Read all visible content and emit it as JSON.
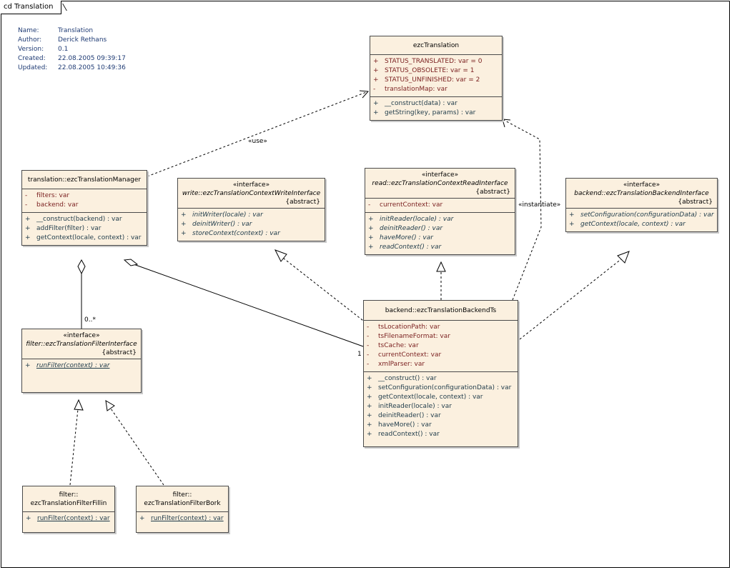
{
  "diagram": {
    "frame_label": "cd Translation",
    "meta": [
      {
        "k": "Name:",
        "v": "Translation"
      },
      {
        "k": "Author:",
        "v": "Derick Rethans"
      },
      {
        "k": "Version:",
        "v": "0.1"
      },
      {
        "k": "Created:",
        "v": "22.08.2005 09:39:17"
      },
      {
        "k": "Updated:",
        "v": "22.08.2005 10:49:36"
      }
    ],
    "labels": {
      "use": "«use»",
      "instantiate": "«instantiate»",
      "mult_many": "0..*",
      "mult_one": "1"
    },
    "colors": {
      "fill": "#fbf0df",
      "attr": "#7a1f1f",
      "op": "#1f3b4a",
      "meta": "#1f3b74"
    }
  },
  "classes": {
    "ezcTranslation": {
      "name": "ezcTranslation",
      "attrs": [
        {
          "vis": "+",
          "text": "STATUS_TRANSLATED:  var = 0"
        },
        {
          "vis": "+",
          "text": "STATUS_OBSOLETE:  var = 1"
        },
        {
          "vis": "+",
          "text": "STATUS_UNFINISHED:  var = 2"
        },
        {
          "vis": "-",
          "text": "translationMap:  var"
        }
      ],
      "ops": [
        {
          "vis": "+",
          "text": "__construct(data) : var"
        },
        {
          "vis": "+",
          "text": "getString(key, params) : var"
        }
      ]
    },
    "manager": {
      "name": "translation::ezcTranslationManager",
      "attrs": [
        {
          "vis": "-",
          "text": "filters:  var"
        },
        {
          "vis": "-",
          "text": "backend:  var"
        }
      ],
      "ops": [
        {
          "vis": "+",
          "text": "__construct(backend) : var"
        },
        {
          "vis": "+",
          "text": "addFilter(filter) : var"
        },
        {
          "vis": "+",
          "text": "getContext(locale, context) : var"
        }
      ]
    },
    "writeIface": {
      "stereo": "«interface»",
      "name": "write::ezcTranslationContextWriteInterface",
      "abstract": "{abstract}",
      "ops": [
        {
          "vis": "+",
          "text": "initWriter(locale) : var"
        },
        {
          "vis": "+",
          "text": "deinitWriter() : var"
        },
        {
          "vis": "+",
          "text": "storeContext(context) : var"
        }
      ]
    },
    "readIface": {
      "stereo": "«interface»",
      "name": "read::ezcTranslationContextReadInterface",
      "abstract": "{abstract}",
      "attrs": [
        {
          "vis": "-",
          "text": "currentContext:  var"
        }
      ],
      "ops": [
        {
          "vis": "+",
          "text": "initReader(locale) : var"
        },
        {
          "vis": "+",
          "text": "deinitReader() : var"
        },
        {
          "vis": "+",
          "text": "haveMore() : var"
        },
        {
          "vis": "+",
          "text": "readContext() : var"
        }
      ]
    },
    "backendIface": {
      "stereo": "«interface»",
      "name": "backend::ezcTranslationBackendInterface",
      "abstract": "{abstract}",
      "ops": [
        {
          "vis": "+",
          "text": "setConfiguration(configurationData) : var"
        },
        {
          "vis": "+",
          "text": "getContext(locale, context) : var"
        }
      ]
    },
    "backendTs": {
      "name": "backend::ezcTranslationBackendTs",
      "attrs": [
        {
          "vis": "-",
          "text": "tsLocationPath:  var"
        },
        {
          "vis": "-",
          "text": "tsFilenameFormat:  var"
        },
        {
          "vis": "-",
          "text": "tsCache:  var"
        },
        {
          "vis": "-",
          "text": "currentContext:  var"
        },
        {
          "vis": "-",
          "text": "xmlParser:  var"
        }
      ],
      "ops": [
        {
          "vis": "+",
          "text": "__construct() : var"
        },
        {
          "vis": "+",
          "text": "setConfiguration(configurationData) : var"
        },
        {
          "vis": "+",
          "text": "getContext(locale, context) : var"
        },
        {
          "vis": "+",
          "text": "initReader(locale) : var"
        },
        {
          "vis": "+",
          "text": "deinitReader() : var"
        },
        {
          "vis": "+",
          "text": "haveMore() : var"
        },
        {
          "vis": "+",
          "text": "readContext() : var"
        }
      ]
    },
    "filterIface": {
      "stereo": "«interface»",
      "name": "filter::ezcTranslationFilterInterface",
      "abstract": "{abstract}",
      "ops": [
        {
          "vis": "+",
          "text": "runFilter(context) : var"
        }
      ]
    },
    "filterFillin": {
      "name1": "filter::",
      "name2": "ezcTranslationFilterFillin",
      "ops": [
        {
          "vis": "+",
          "text": "runFilter(context) : var"
        }
      ]
    },
    "filterBork": {
      "name1": "filter::",
      "name2": "ezcTranslationFilterBork",
      "ops": [
        {
          "vis": "+",
          "text": "runFilter(context) : var"
        }
      ]
    }
  }
}
